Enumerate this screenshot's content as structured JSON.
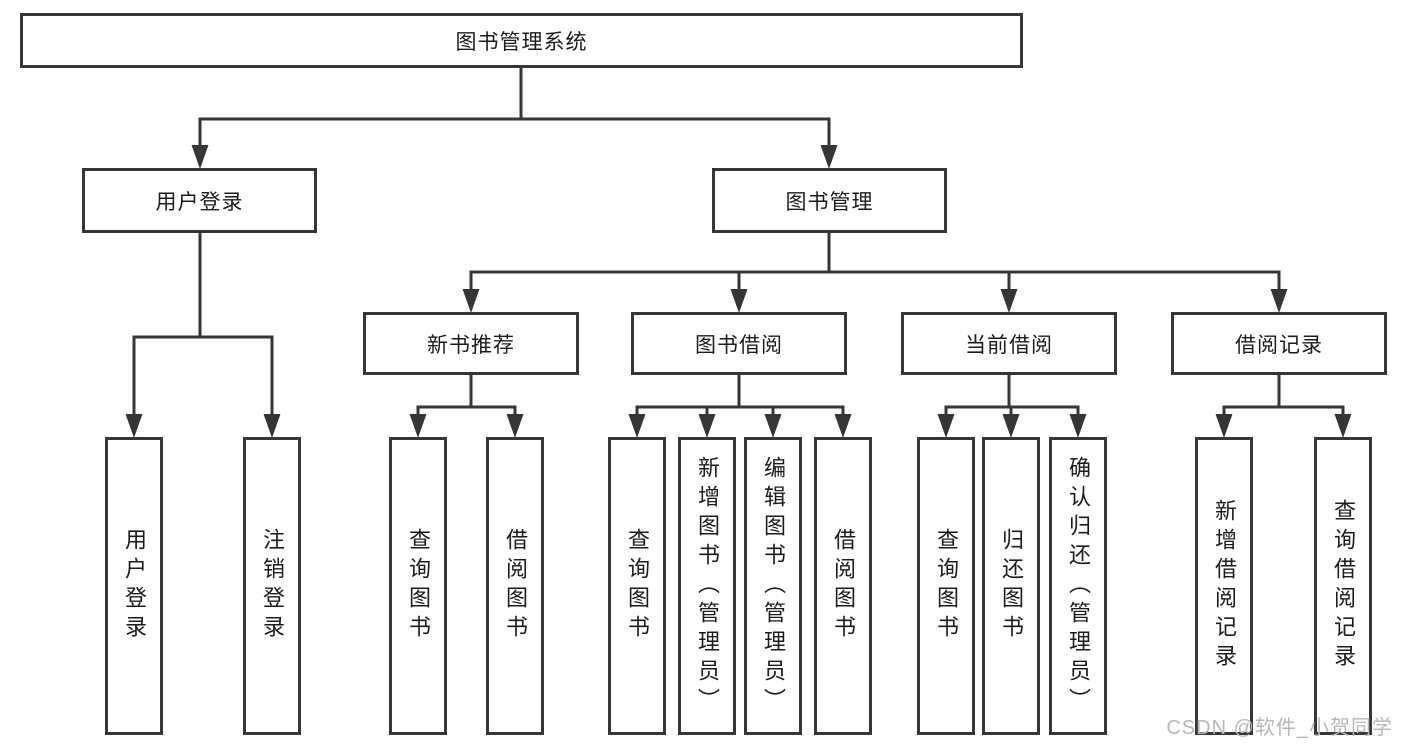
{
  "tree": {
    "label": "图书管理系统",
    "children": [
      {
        "label": "用户登录",
        "children": [
          {
            "label": "用户登录"
          },
          {
            "label": "注销登录"
          }
        ]
      },
      {
        "label": "图书管理",
        "children": [
          {
            "label": "新书推荐",
            "children": [
              {
                "label": "查询图书"
              },
              {
                "label": "借阅图书"
              }
            ]
          },
          {
            "label": "图书借阅",
            "children": [
              {
                "label": "查询图书"
              },
              {
                "label": "新增图书（管理员）"
              },
              {
                "label": "编辑图书（管理员）"
              },
              {
                "label": "借阅图书"
              }
            ]
          },
          {
            "label": "当前借阅",
            "children": [
              {
                "label": "查询图书"
              },
              {
                "label": "归还图书"
              },
              {
                "label": "确认归还（管理员）"
              }
            ]
          },
          {
            "label": "借阅记录",
            "children": [
              {
                "label": "新增借阅记录"
              },
              {
                "label": "查询借阅记录"
              }
            ]
          }
        ]
      }
    ]
  },
  "watermark": {
    "text": "CSDN @软件_小贺同学"
  },
  "colors": {
    "line": "#363636",
    "box_border": "#363636",
    "text": "#1c1c1c",
    "watermark_text": "#b7b7b7",
    "background": "#ffffff"
  }
}
